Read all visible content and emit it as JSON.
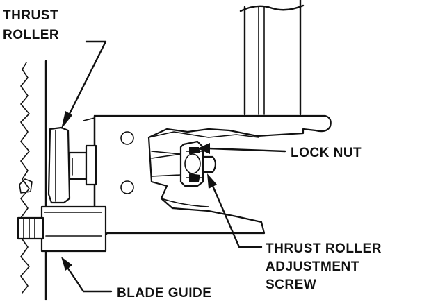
{
  "labels": {
    "thrust_roller_line1": "THRUST",
    "thrust_roller_line2": "ROLLER",
    "lock_nut": "LOCK NUT",
    "adjustment_line1": "THRUST ROLLER",
    "adjustment_line2": "ADJUSTMENT",
    "adjustment_line3": "SCREW",
    "blade_guide": "BLADE GUIDE"
  },
  "icons": [
    "blade-saw-teeth",
    "thrust-roller-wheel",
    "lock-nut",
    "adjustment-screw",
    "blade-guide-block",
    "leader-arrow"
  ],
  "colors": {
    "ink": "#111111",
    "paper": "#ffffff"
  }
}
